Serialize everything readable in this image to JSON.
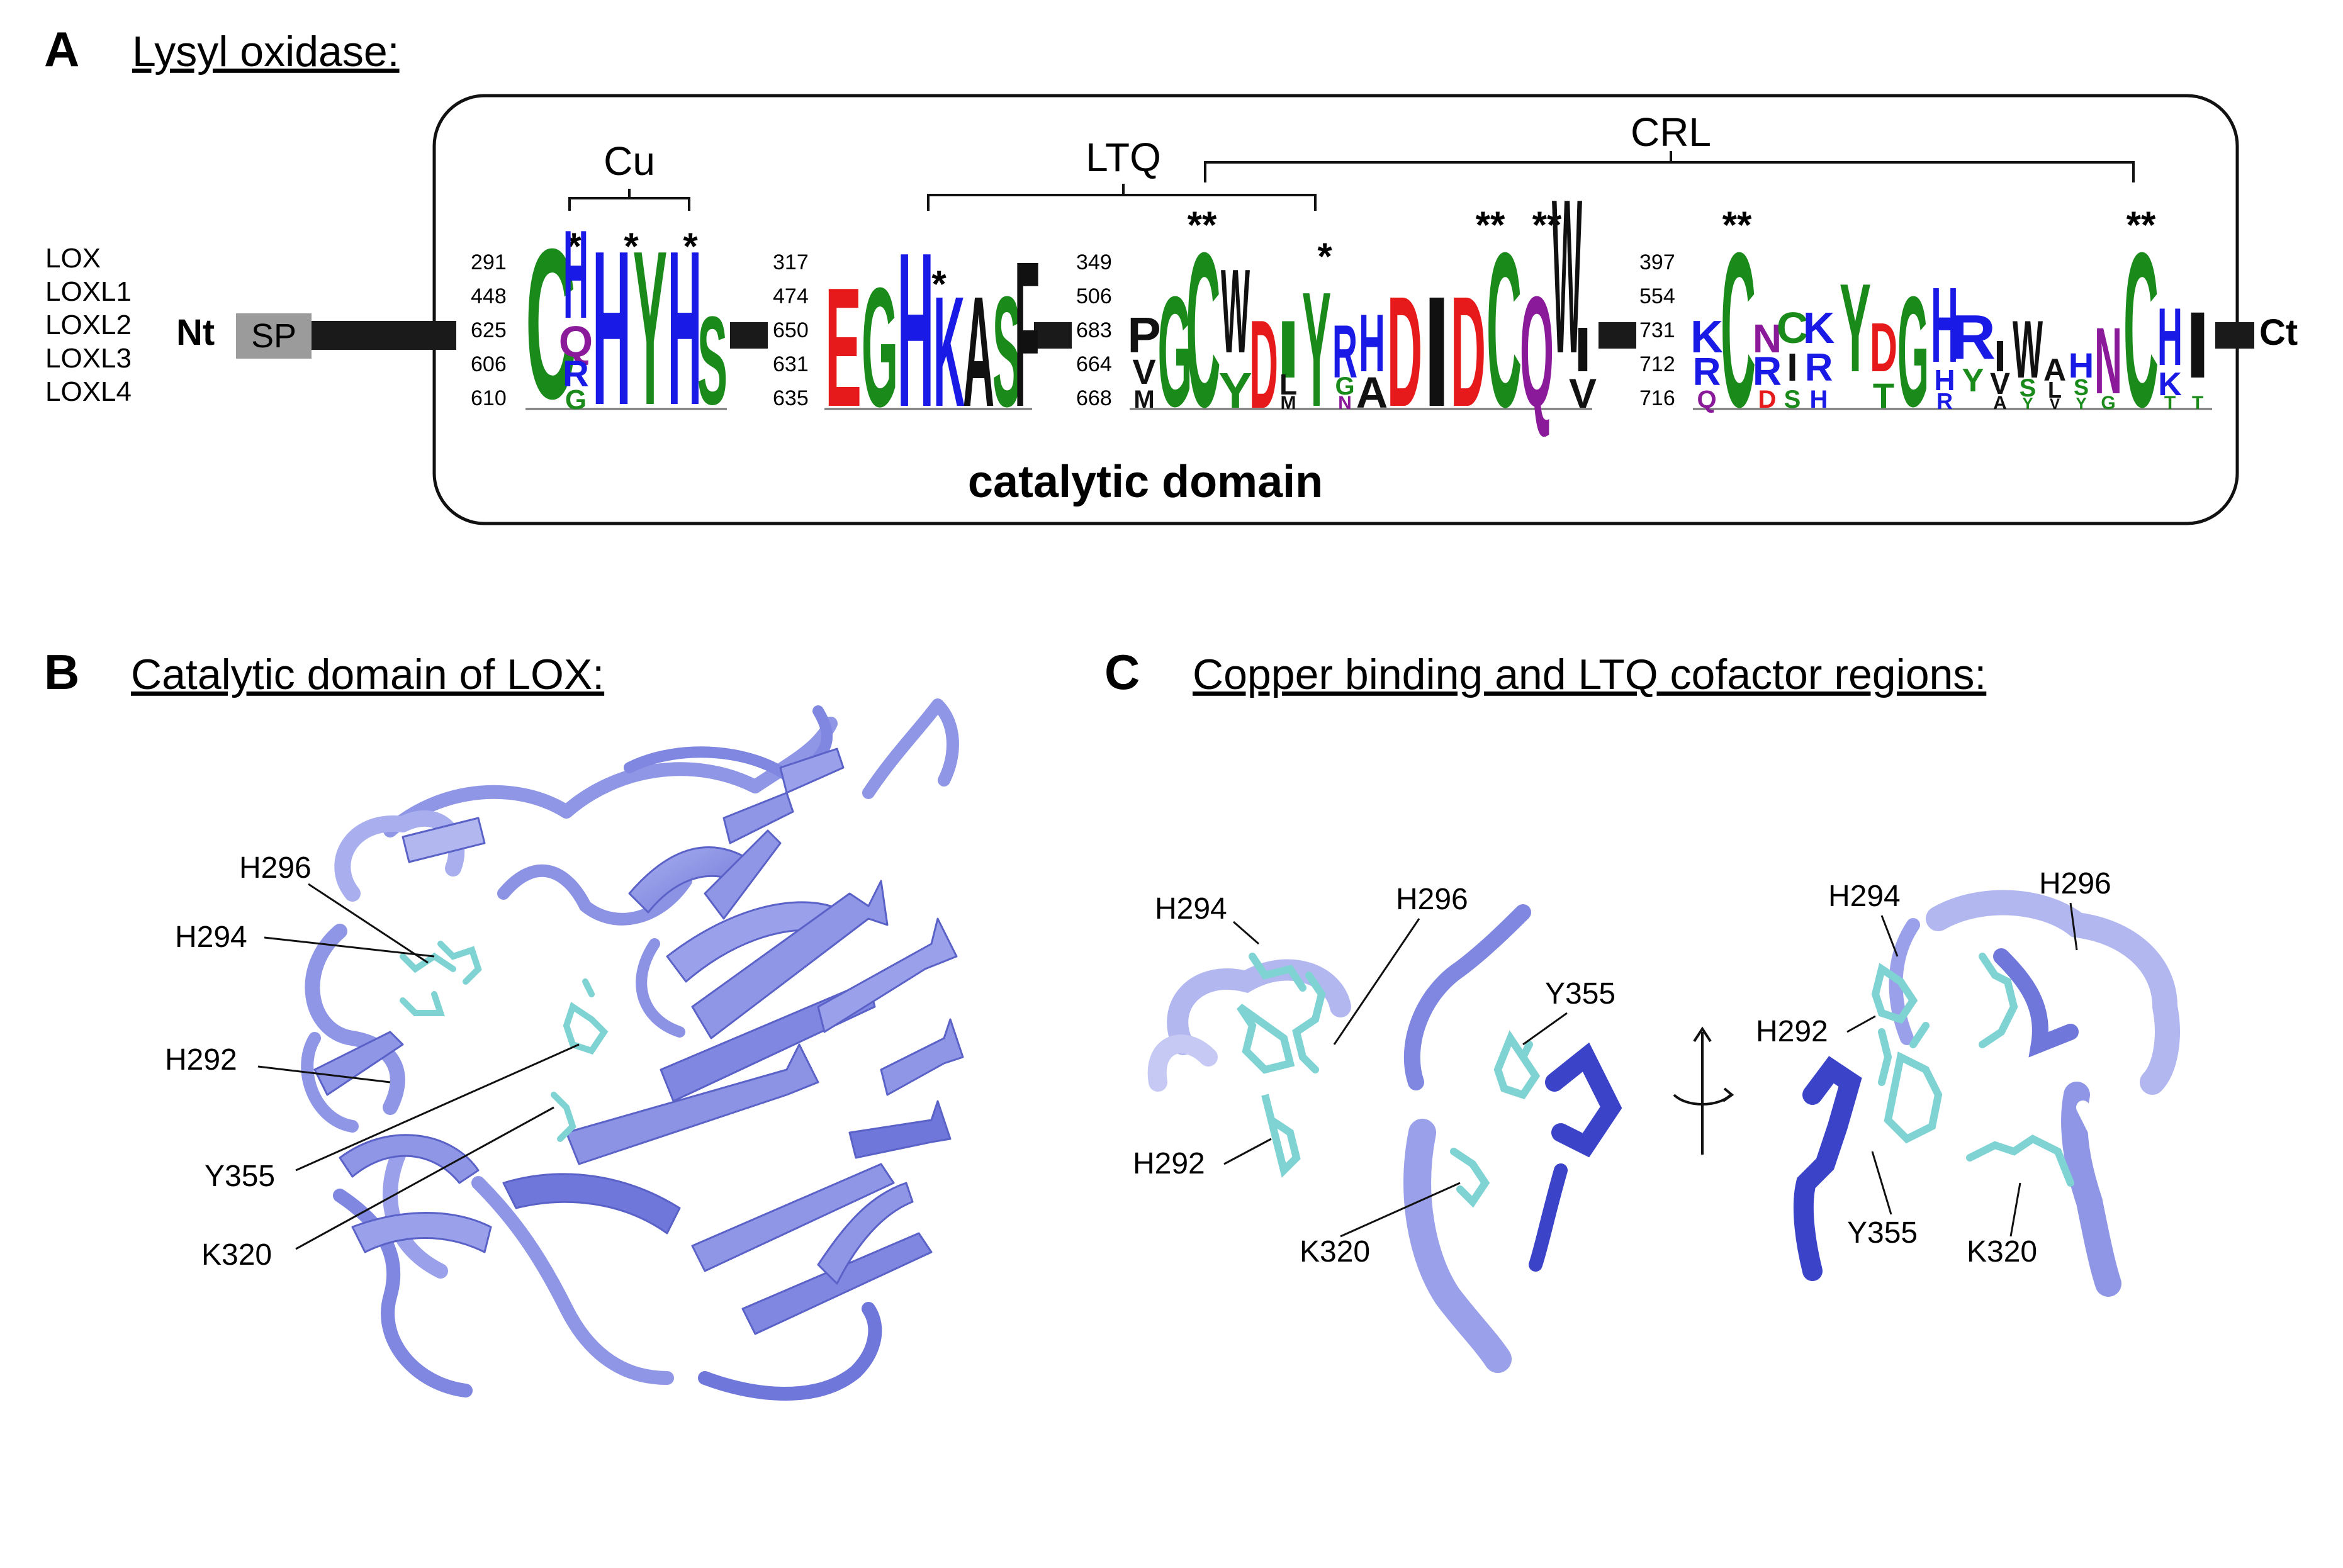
{
  "panel_a": {
    "letter": "A",
    "title": "Lysyl oxidase:",
    "sequence_labels": [
      "LOX",
      "LOXL1",
      "LOXL2",
      "LOXL3",
      "LOXL4"
    ],
    "nt": "Nt",
    "sp": "SP",
    "ct": "Ct",
    "domain_label": "catalytic domain",
    "brackets": {
      "cu": "Cu",
      "ltq": "LTQ",
      "crl": "CRL"
    },
    "blocks": [
      {
        "start": [
          "291",
          "448",
          "625",
          "606",
          "610"
        ],
        "letters": [
          "C",
          "H",
          "H",
          "Y",
          "H",
          "S"
        ]
      },
      {
        "start": [
          "317",
          "474",
          "650",
          "631",
          "635"
        ],
        "letters": [
          "E",
          "G",
          "H",
          "K",
          "A",
          "S",
          "F"
        ]
      },
      {
        "start": [
          "349",
          "506",
          "683",
          "664",
          "668"
        ],
        "letters": [
          "P",
          "G",
          "C",
          "W",
          "D",
          "I",
          "Y",
          "R",
          "H",
          "D",
          "I",
          "D",
          "C",
          "Q",
          "W",
          "I"
        ]
      },
      {
        "start": [
          "397",
          "554",
          "731",
          "712",
          "716"
        ],
        "letters": [
          "K",
          "C",
          "N",
          "C",
          "K",
          "Y",
          "D",
          "G",
          "H",
          "R",
          "I",
          "W",
          "A",
          "H",
          "N",
          "C",
          "H",
          "I"
        ]
      }
    ],
    "stars": [
      "*",
      "*",
      "*",
      "*",
      "**",
      "*",
      "**",
      "**",
      "**",
      "**"
    ]
  },
  "panel_b": {
    "letter": "B",
    "title": "Catalytic domain of LOX:",
    "residues": [
      "H296",
      "H294",
      "H292",
      "Y355",
      "K320"
    ]
  },
  "panel_c": {
    "letter": "C",
    "title": "Copper binding and LTQ cofactor regions:",
    "left_residues": [
      "H294",
      "H296",
      "Y355",
      "H292",
      "K320"
    ],
    "right_residues": [
      "H294",
      "H296",
      "H292",
      "Y355",
      "K320"
    ]
  },
  "colors": {
    "green": "#1a8a1a",
    "blue": "#1a1ae6",
    "red": "#e61a1a",
    "purple": "#8a1a9a",
    "black": "#111111",
    "ribbon": "#8f96e6",
    "ribbon_dark": "#5a62d6",
    "stick": "#7fd3d3"
  }
}
